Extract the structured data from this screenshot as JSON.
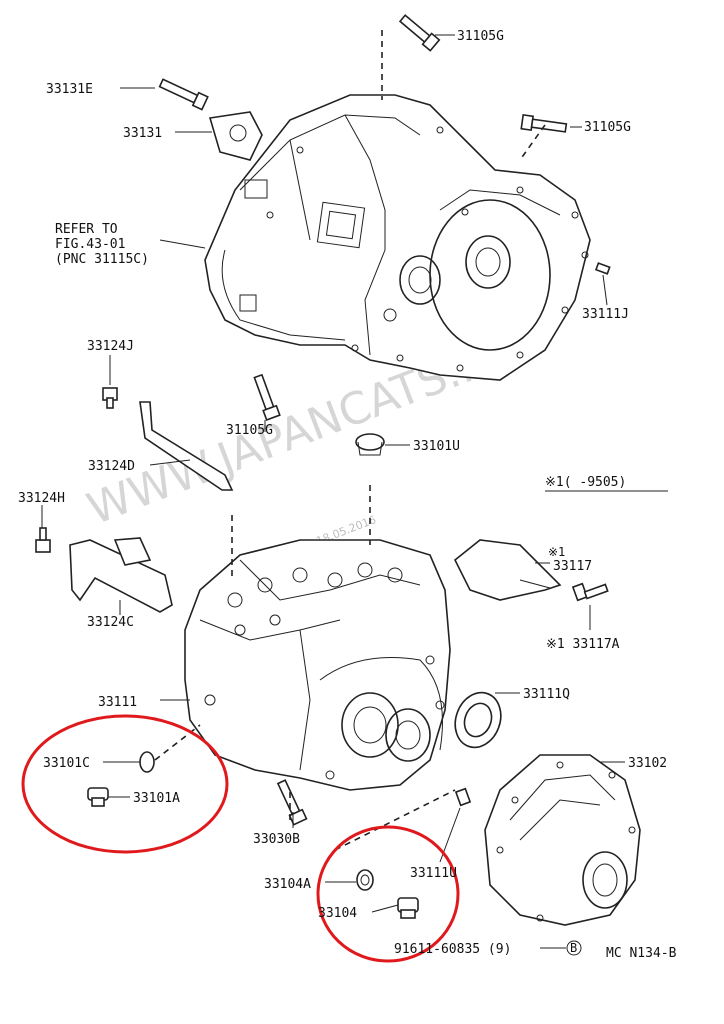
{
  "labels": {
    "p31105G_top": "31105G",
    "p33131E": "33131E",
    "p33131": "33131",
    "p31105G_right": "31105G",
    "refer_line1": "REFER TO",
    "refer_line2": "FIG.43-01",
    "refer_line3": "(PNC 31115C)",
    "p33111J": "33111J",
    "p33124J": "33124J",
    "p31105G_mid": "31105G",
    "p33101U": "33101U",
    "p33124D": "33124D",
    "note_range": "※1(        -9505)",
    "p33124H": "33124H",
    "p33117_mark": "※1",
    "p33117": "33117",
    "p33124C": "33124C",
    "p33117A": "※1 33117A",
    "p33111": "33111",
    "p33111Q": "33111Q",
    "p33101C": "33101C",
    "p33102": "33102",
    "p33101A": "33101A",
    "p33030B": "33030B",
    "p33111U": "33111U",
    "p33104A": "33104A",
    "p33104": "33104",
    "p91611": "91611-60835 (9)",
    "badge_b": "B",
    "ref_code": "MC N134-B"
  },
  "watermark": {
    "text": "WWW.JAPANCATS.RU",
    "date": "18.05.2016"
  },
  "colors": {
    "highlight": "#e0191c",
    "line": "#222222",
    "watermark": "#c9c9c9"
  }
}
